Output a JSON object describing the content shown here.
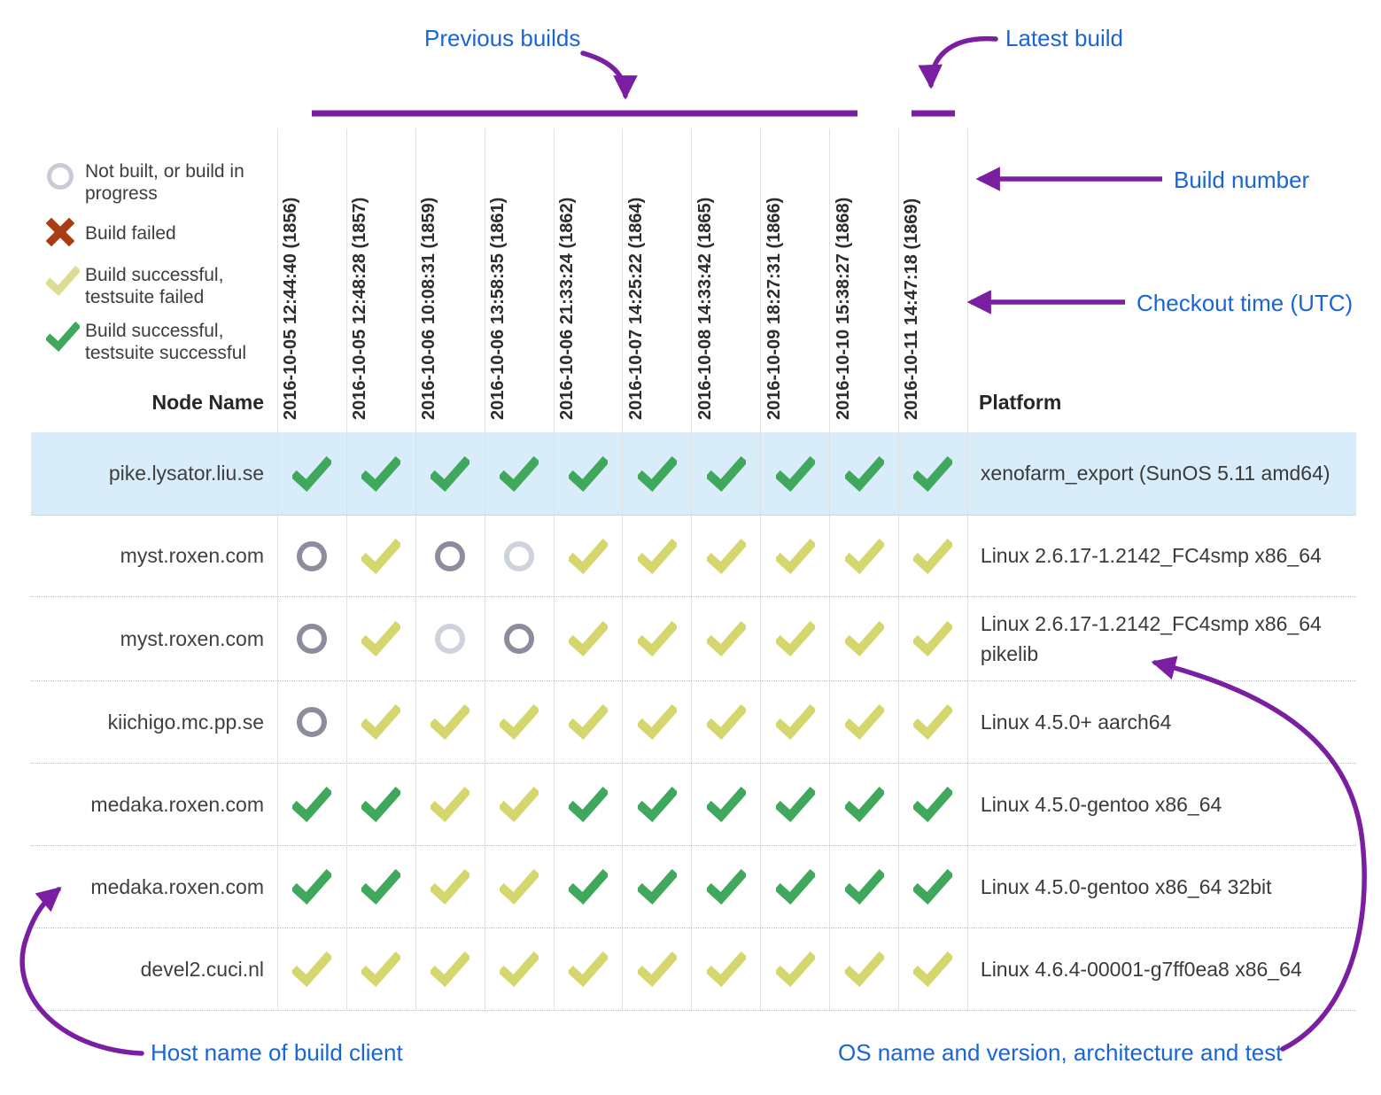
{
  "annotations": {
    "previous_builds": "Previous builds",
    "latest_build": "Latest build",
    "build_number": "Build number",
    "checkout_time": "Checkout time (UTC)",
    "host_name": "Host name of build client",
    "os_name": "OS name and version, architecture and test"
  },
  "legend": {
    "items": [
      {
        "icon": "not-built-icon",
        "label": "Not built, or build in progress"
      },
      {
        "icon": "build-failed-icon",
        "label": "Build failed"
      },
      {
        "icon": "build-success-test-failed-icon",
        "label": "Build successful, testsuite failed"
      },
      {
        "icon": "build-success-test-success-icon",
        "label": "Build successful, testsuite successful"
      }
    ]
  },
  "table": {
    "node_name_header": "Node Name",
    "platform_header": "Platform",
    "columns": [
      "2016-10-05 12:44:40 (1856)",
      "2016-10-05 12:48:28 (1857)",
      "2016-10-06 10:08:31 (1859)",
      "2016-10-06 13:58:35 (1861)",
      "2016-10-06 21:33:24 (1862)",
      "2016-10-07 14:25:22 (1864)",
      "2016-10-08 14:33:42 (1865)",
      "2016-10-09 18:27:31 (1866)",
      "2016-10-10 15:38:27 (1868)",
      "2016-10-11 14:47:18 (1869)"
    ],
    "rows": [
      {
        "node": "pike.lysator.liu.se",
        "platform": "xenofarm_export (SunOS 5.11 amd64)",
        "highlighted": true,
        "statuses": [
          "green",
          "green",
          "green",
          "green",
          "green",
          "green",
          "green",
          "green",
          "green",
          "green"
        ]
      },
      {
        "node": "myst.roxen.com",
        "platform": "Linux 2.6.17-1.2142_FC4smp x86_64",
        "highlighted": false,
        "statuses": [
          "circle",
          "yellow",
          "circle",
          "circle_light",
          "yellow",
          "yellow",
          "yellow",
          "yellow",
          "yellow",
          "yellow"
        ]
      },
      {
        "node": "myst.roxen.com",
        "platform": "Linux 2.6.17-1.2142_FC4smp x86_64 pikelib",
        "highlighted": false,
        "statuses": [
          "circle",
          "yellow",
          "circle_light",
          "circle",
          "yellow",
          "yellow",
          "yellow",
          "yellow",
          "yellow",
          "yellow"
        ]
      },
      {
        "node": "kiichigo.mc.pp.se",
        "platform": "Linux 4.5.0+ aarch64",
        "highlighted": false,
        "statuses": [
          "circle",
          "yellow",
          "yellow",
          "yellow",
          "yellow",
          "yellow",
          "yellow",
          "yellow",
          "yellow",
          "yellow"
        ]
      },
      {
        "node": "medaka.roxen.com",
        "platform": "Linux 4.5.0-gentoo x86_64",
        "highlighted": false,
        "statuses": [
          "green",
          "green",
          "yellow",
          "yellow",
          "green",
          "green",
          "green",
          "green",
          "green",
          "green"
        ]
      },
      {
        "node": "medaka.roxen.com",
        "platform": "Linux 4.5.0-gentoo x86_64 32bit",
        "highlighted": false,
        "statuses": [
          "green",
          "green",
          "yellow",
          "yellow",
          "green",
          "green",
          "green",
          "green",
          "green",
          "green"
        ]
      },
      {
        "node": "devel2.cuci.nl",
        "platform": "Linux 4.6.4-00001-g7ff0ea8 x86_64",
        "highlighted": false,
        "statuses": [
          "yellow",
          "yellow",
          "yellow",
          "yellow",
          "yellow",
          "yellow",
          "yellow",
          "yellow",
          "yellow",
          "yellow"
        ]
      }
    ]
  },
  "colors": {
    "green": "#3fa85c",
    "yellow": "#d6d66e",
    "legend_yellow": "#dcdc92",
    "circle_dark": "#8c8d9c",
    "circle_light": "#cdd2dc",
    "failed_red": "#a93c11",
    "purple": "#7b1fa2",
    "accent_blue": "#1a65d6",
    "highlight_row": "#d9ecf9"
  }
}
